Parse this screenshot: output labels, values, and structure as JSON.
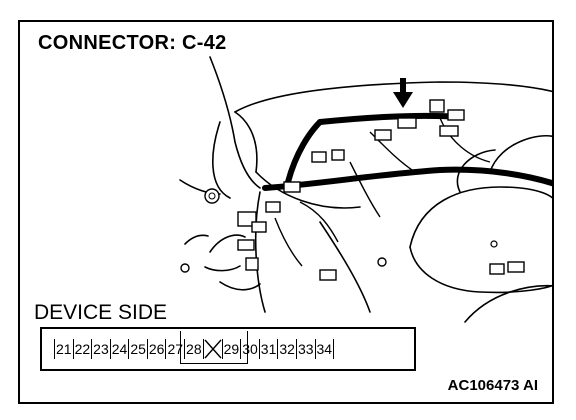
{
  "diagram": {
    "title": "CONNECTOR: C-42",
    "device_side_label": "DEVICE SIDE",
    "reference_code": "AC106473 AI",
    "connector_pins_left": [
      "21",
      "22",
      "23",
      "24",
      "25",
      "26",
      "27",
      "28"
    ],
    "connector_pins_right": [
      "29",
      "30",
      "31",
      "32",
      "33",
      "34"
    ],
    "colors": {
      "line": "#000000",
      "background": "#ffffff"
    }
  }
}
